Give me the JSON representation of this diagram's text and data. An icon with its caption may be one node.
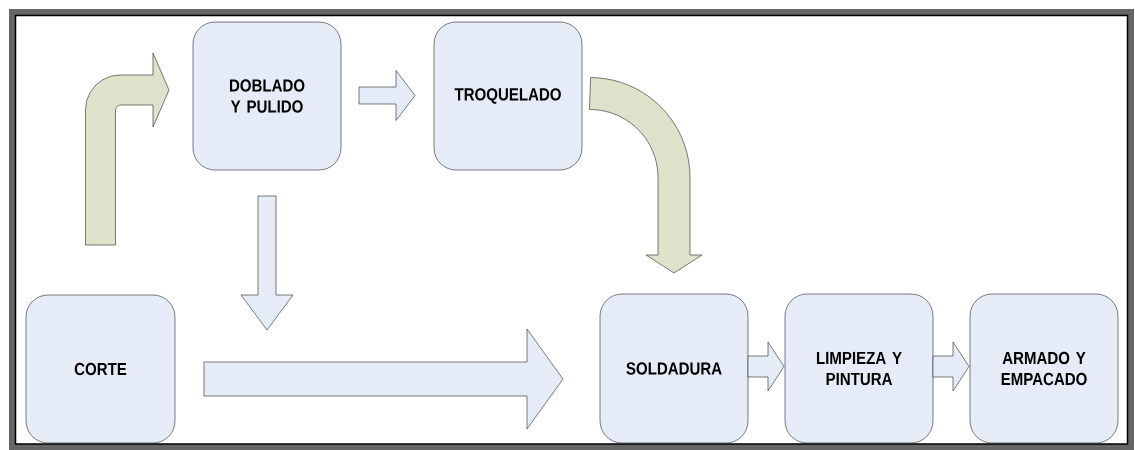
{
  "diagram": {
    "nodes": [
      {
        "text": [
          "DOBLADO Y PULIDO"
        ]
      },
      {
        "text": [
          "TROQUELADO"
        ]
      },
      {
        "text": [
          "CORTE"
        ]
      },
      {
        "text": [
          "SOLDADURA"
        ]
      },
      {
        "text": [
          "LIMPIEZA Y PINTURA"
        ]
      },
      {
        "text": [
          "ARMADO Y EMPACADO"
        ]
      }
    ],
    "edges": [
      {
        "from": 2,
        "to": 0,
        "arrow": "to",
        "color": "#dee2cb"
      },
      {
        "from": 0,
        "to": 1,
        "arrow": "to"
      },
      {
        "from": 0,
        "to": null,
        "arrow": "to"
      },
      {
        "from": 2,
        "to": 3,
        "arrow": "to"
      },
      {
        "from": 1,
        "to": 3,
        "arrow": "to",
        "color": "#dee2cb"
      },
      {
        "from": 3,
        "to": 4,
        "arrow": "to"
      },
      {
        "from": 4,
        "to": 5,
        "arrow": "to"
      }
    ]
  }
}
